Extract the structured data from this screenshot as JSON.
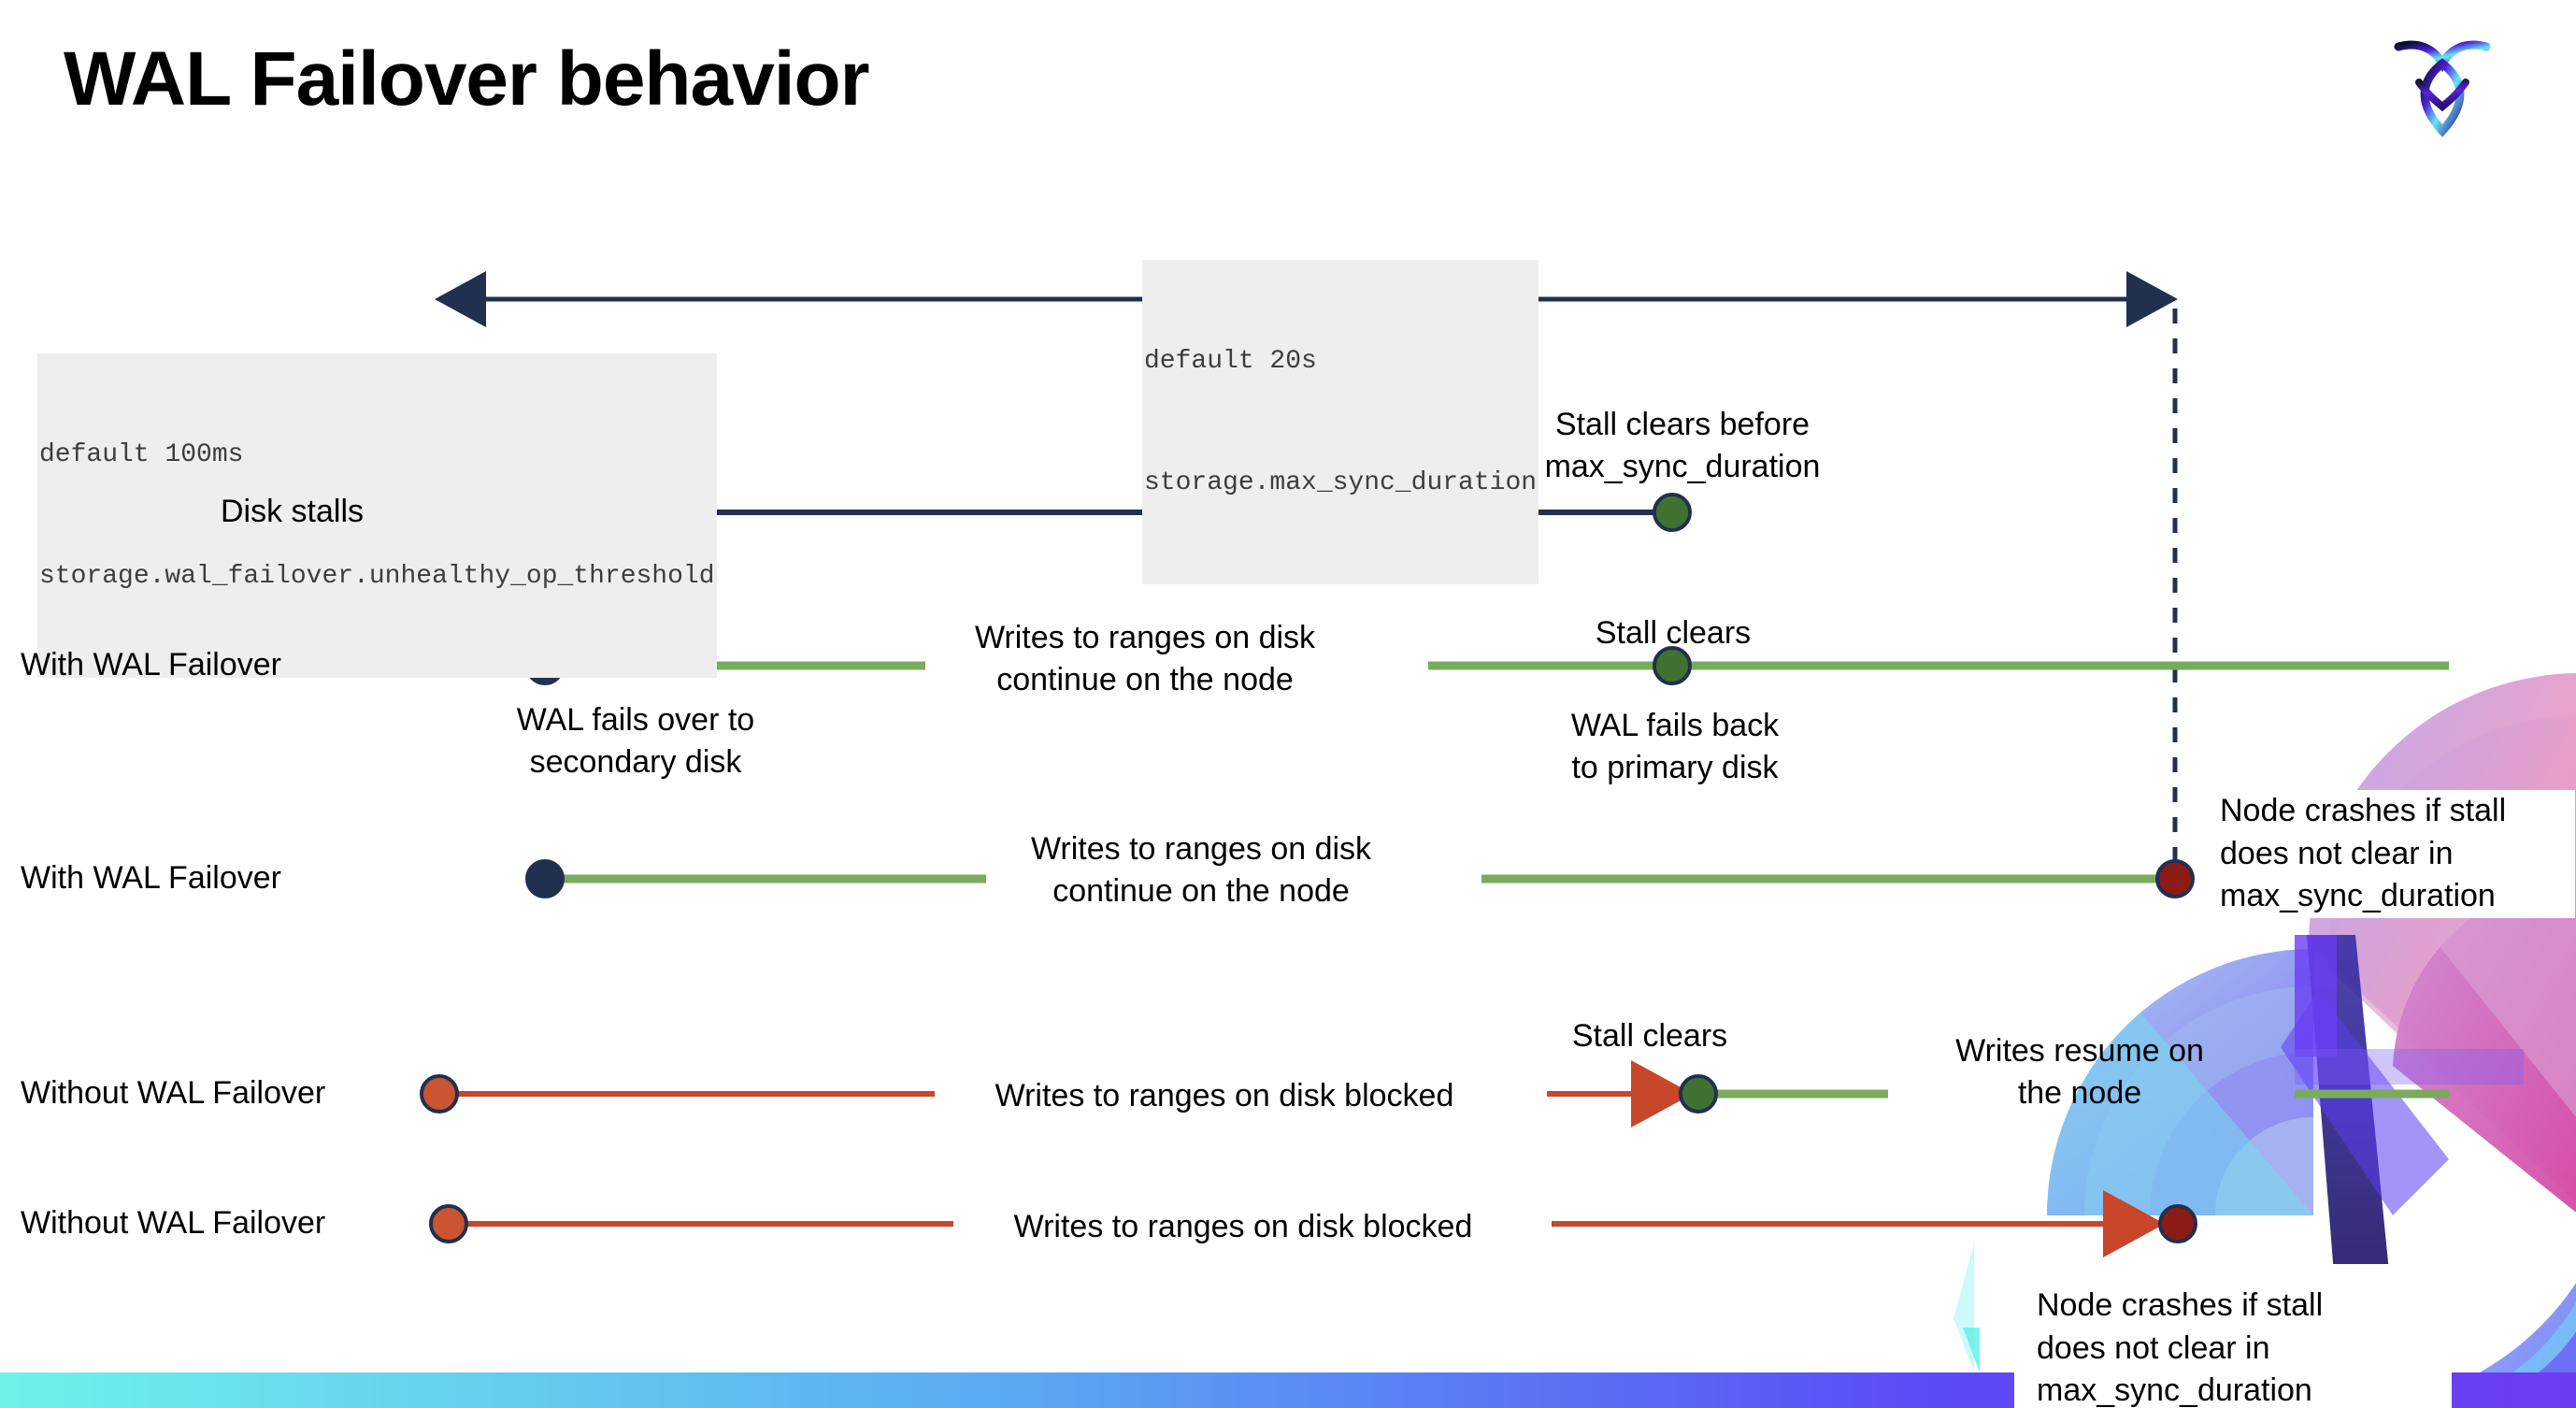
{
  "page": {
    "title": "WAL Failover behavior",
    "brand_logo": "cockroach-labs-logo"
  },
  "colors": {
    "navy": "#21304f",
    "green_line": "#7aab5c",
    "green_dot": "#3f7230",
    "red_line": "#c8462a",
    "orange_dot": "#cb5531",
    "dark_red_dot": "#8c1b16",
    "code_bg": "#eeeeee",
    "bar_gradient_start": "#6ef2ea",
    "bar_gradient_end": "#5b4bf6"
  },
  "annotations": {
    "max_sync": {
      "default": "default 20s",
      "setting": "storage.max_sync_duration"
    },
    "unhealthy_op": {
      "default": "default 100ms",
      "setting": "storage.wal_failover.unhealthy_op_threshold"
    }
  },
  "rows": [
    {
      "id": "disk-stalls",
      "label": "Disk stalls",
      "notes": [
        {
          "id": "stall-clears-before",
          "text": "Stall clears before\nmax_sync_duration"
        }
      ]
    },
    {
      "id": "with-wal-failover-1",
      "label": "With WAL Failover",
      "notes": [
        {
          "id": "wal-fails-over",
          "text": "WAL fails over to\nsecondary disk"
        },
        {
          "id": "writes-continue-1",
          "text": "Writes to ranges on disk\ncontinue on the node"
        },
        {
          "id": "stall-clears-1",
          "text": "Stall clears"
        },
        {
          "id": "wal-fails-back",
          "text": "WAL fails  back\nto primary disk"
        }
      ]
    },
    {
      "id": "with-wal-failover-2",
      "label": "With WAL Failover",
      "notes": [
        {
          "id": "writes-continue-2",
          "text": "Writes to ranges on disk\ncontinue on the node"
        },
        {
          "id": "node-crashes-1",
          "text": "Node crashes if stall\ndoes not clear in\nmax_sync_duration"
        }
      ]
    },
    {
      "id": "without-wal-failover-1",
      "label": "Without WAL Failover",
      "notes": [
        {
          "id": "writes-blocked-1",
          "text": "Writes to ranges on disk  blocked"
        },
        {
          "id": "stall-clears-2",
          "text": "Stall clears"
        },
        {
          "id": "writes-resume",
          "text": "Writes resume on\nthe node"
        }
      ]
    },
    {
      "id": "without-wal-failover-2",
      "label": "Without WAL Failover",
      "notes": [
        {
          "id": "writes-blocked-2",
          "text": "Writes to ranges on disk  blocked"
        },
        {
          "id": "node-crashes-2",
          "text": "Node crashes if stall\ndoes not clear in\nmax_sync_duration"
        }
      ]
    }
  ]
}
